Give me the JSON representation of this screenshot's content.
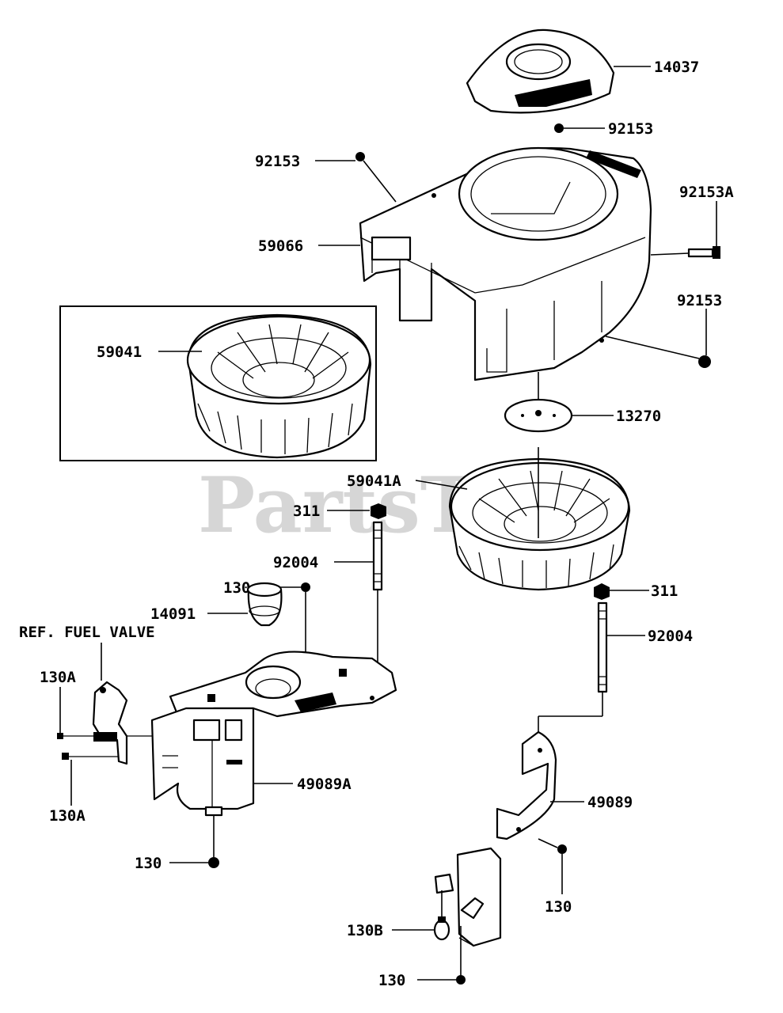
{
  "watermark": "PartsTree",
  "reference_note": "REF. FUEL VALVE",
  "callouts": {
    "c14037": "14037",
    "c92153_top": "92153",
    "c92153_left": "92153",
    "c92153A": "92153A",
    "c59066": "59066",
    "c92153_right": "92153",
    "c59041": "59041",
    "c13270": "13270",
    "c59041A": "59041A",
    "c311_left": "311",
    "c92004_left": "92004",
    "c130_top": "130",
    "c14091": "14091",
    "c311_right": "311",
    "c92004_right": "92004",
    "c130A_top": "130A",
    "c49089A": "49089A",
    "c130A_bottom": "130A",
    "c49089": "49089",
    "c130_left": "130",
    "c130_right": "130",
    "c130B": "130B",
    "c130_bottom": "130"
  }
}
